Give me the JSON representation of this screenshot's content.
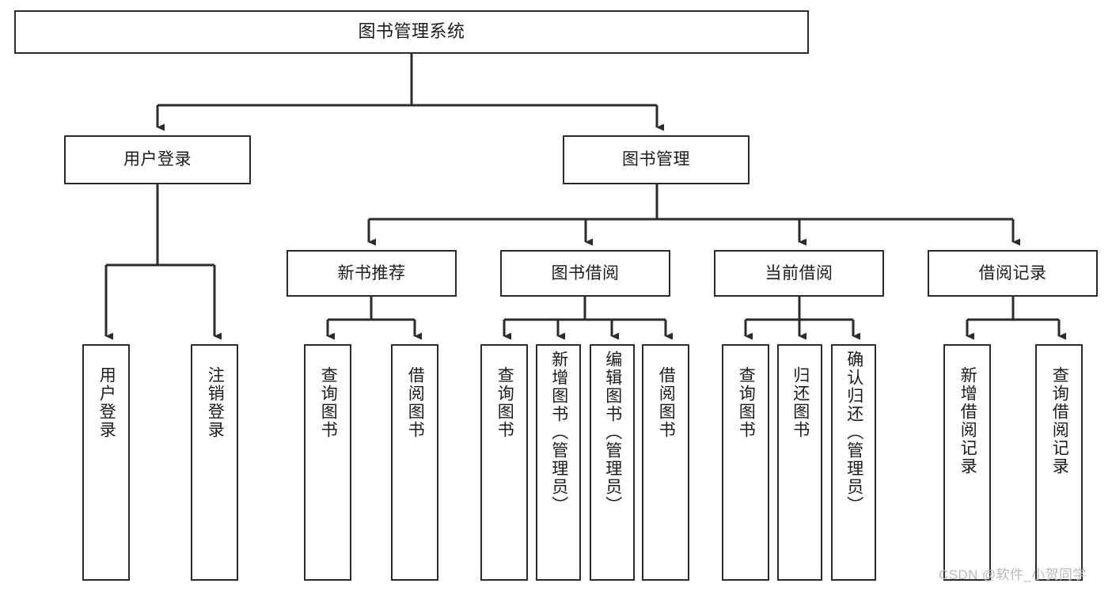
{
  "diagram": {
    "type": "tree-hierarchy-flowchart",
    "title": "图书管理系统",
    "colors": {
      "box_border": "#2b2b2b",
      "box_fill": "#ffffff",
      "connector": "#2b2b2b",
      "text": "#1b1b1b",
      "watermark": "#b9b9b9",
      "background": "#ffffff"
    },
    "root": {
      "label": "图书管理系统"
    },
    "level2": [
      {
        "label": "用户登录"
      },
      {
        "label": "图书管理"
      }
    ],
    "level3": [
      {
        "label": "新书推荐"
      },
      {
        "label": "图书借阅"
      },
      {
        "label": "当前借阅"
      },
      {
        "label": "借阅记录"
      }
    ],
    "leaves": {
      "user_login": [
        {
          "label": "用户登录"
        },
        {
          "label": "注销登录"
        }
      ],
      "new_book_recommend": [
        {
          "label": "查询图书"
        },
        {
          "label": "借阅图书"
        }
      ],
      "book_borrow": [
        {
          "label": "查询图书"
        },
        {
          "label": "新增图书（管理员）"
        },
        {
          "label": "编辑图书（管理员）"
        },
        {
          "label": "借阅图书"
        }
      ],
      "current_borrow": [
        {
          "label": "查询图书"
        },
        {
          "label": "归还图书"
        },
        {
          "label": "确认归还（管理员）"
        }
      ],
      "borrow_record": [
        {
          "label": "新增借阅记录"
        },
        {
          "label": "查询借阅记录"
        }
      ]
    },
    "watermark": "CSDN @软件_小贺同学"
  }
}
